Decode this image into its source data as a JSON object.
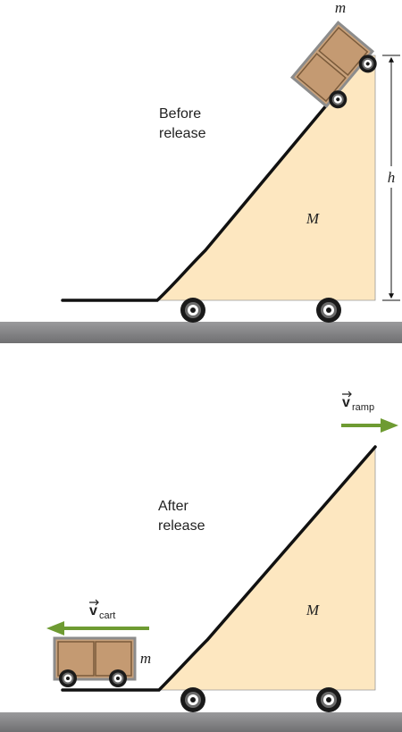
{
  "before": {
    "caption_line1": "Before",
    "caption_line2": "release",
    "cart_mass_label": "m",
    "ramp_mass_label": "M",
    "height_label": "h"
  },
  "after": {
    "caption_line1": "After",
    "caption_line2": "release",
    "cart_mass_label": "m",
    "ramp_mass_label": "M",
    "v_cart_symbol": "v",
    "v_cart_subscript": "cart",
    "v_ramp_symbol": "v",
    "v_ramp_subscript": "ramp"
  },
  "colors": {
    "ramp_fill": "#fde7c0",
    "cart_fill": "#c9a27c",
    "arrow_green": "#6e9b32",
    "ground": "#8a8a8c",
    "track": "#111111"
  }
}
